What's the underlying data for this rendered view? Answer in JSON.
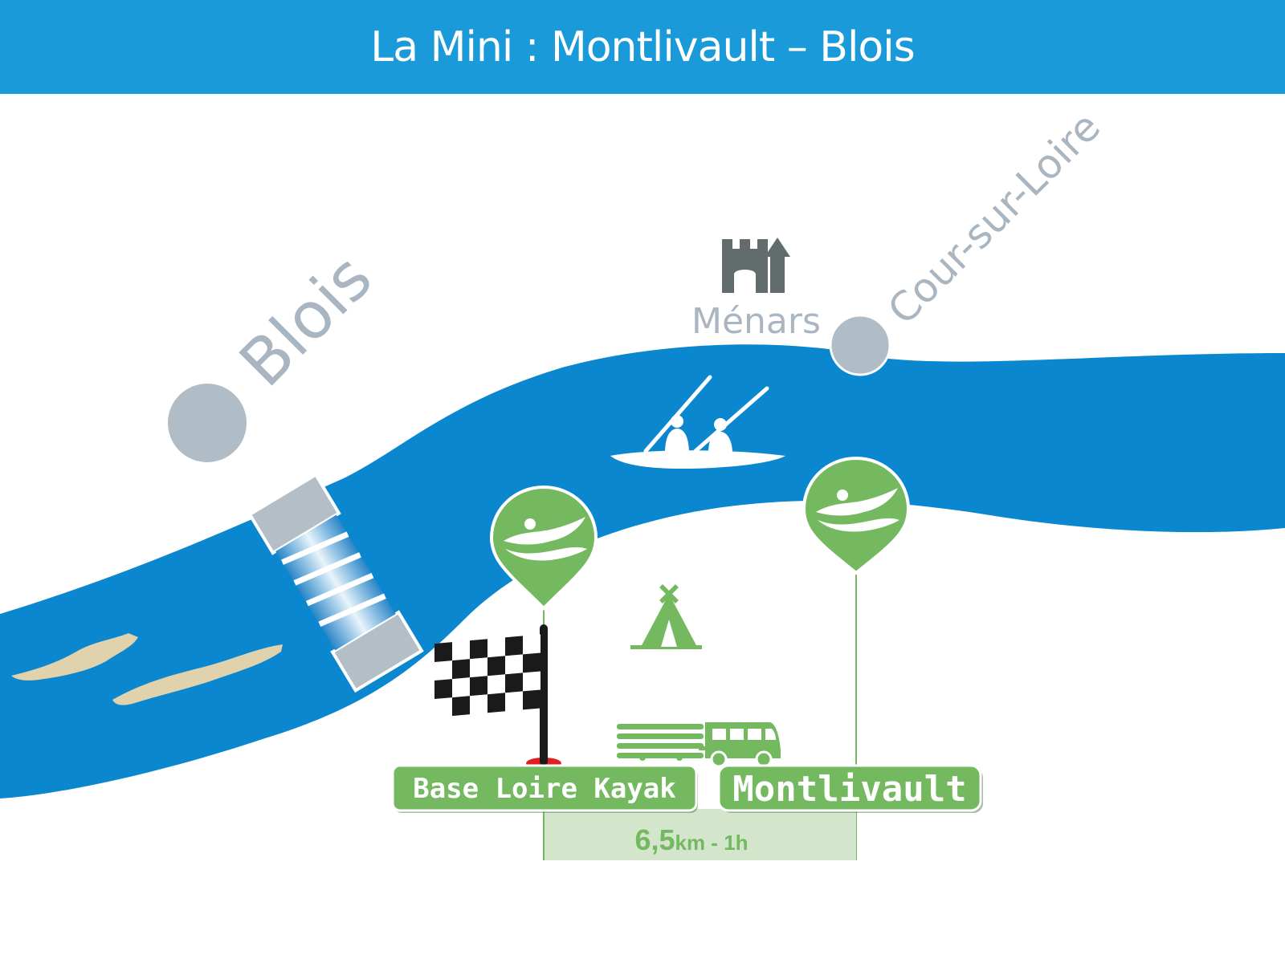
{
  "header": {
    "title": "La Mini : Montlivault – Blois"
  },
  "places": {
    "blois": "Blois",
    "menars": "Ménars",
    "cour_sur_loire": "Cour-sur-Loire"
  },
  "stops": {
    "finish": "Base Loire Kayak",
    "start": "Montlivault"
  },
  "distance": {
    "km_value": "6,5",
    "km_unit": "km",
    "separator": " - ",
    "duration": "1h"
  },
  "icons": [
    "castle-icon",
    "kayak-icon",
    "kayak-pin-icon",
    "tent-icon",
    "checkered-flag-icon",
    "shuttle-icon",
    "bridge-icon"
  ],
  "colors": {
    "river": "#0a87cf",
    "accent_green": "#74b960",
    "header_blue": "#1b9ad9",
    "town_grey": "#a9b6c1",
    "sandbank": "#dfd2ad"
  }
}
